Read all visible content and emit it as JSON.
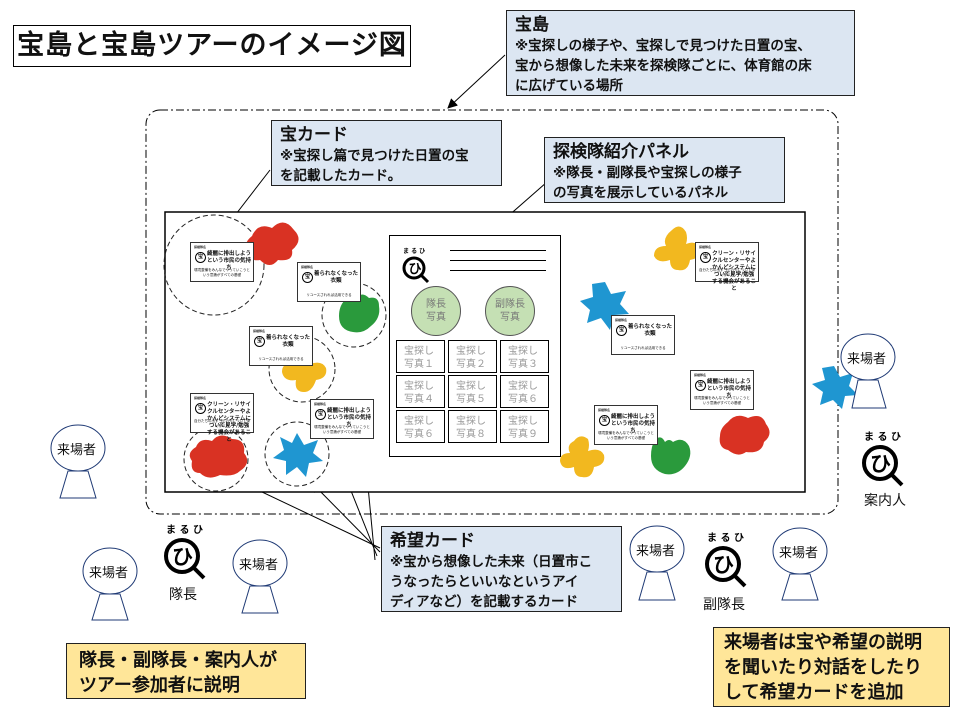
{
  "title": "宝島と宝島ツアーのイメージ図",
  "callouts": {
    "island": {
      "heading": "宝島",
      "body": [
        "※宝探しの様子や、宝探しで見つけた日置の宝、",
        "宝から想像した未来を探検隊ごとに、体育館の床",
        "に広げている場所"
      ]
    },
    "treasure_card": {
      "heading": "宝カード",
      "body": [
        "※宝探し篇で見つけた日置の宝",
        "を記載したカード。"
      ]
    },
    "panel": {
      "heading": "探検隊紹介パネル",
      "body": [
        "※隊長・副隊長や宝探しの様子",
        "の写真を展示しているパネル"
      ]
    },
    "hope_card": {
      "heading": "希望カード",
      "body": [
        "※宝から想像した未来（日置市こ",
        "うなったらといいなというアイ",
        "ディアなど）を記載するカード"
      ]
    }
  },
  "notes": {
    "guides": [
      "隊長・副隊長・案内人が",
      "ツアー参加者に説明"
    ],
    "visitors": [
      "来場者は宝や希望の説明",
      "を聞いたり対話をしたり",
      "して希望カードを追加"
    ]
  },
  "panel": {
    "logo_text": "まるひ",
    "logo_char": "ひ",
    "captain_photo": [
      "隊長",
      "写真"
    ],
    "vice_photo": [
      "副隊長",
      "写真"
    ],
    "photos": [
      [
        "宝探し",
        "写真１"
      ],
      [
        "宝探し",
        "写真２"
      ],
      [
        "宝探し",
        "写真３"
      ],
      [
        "宝探し",
        "写真４"
      ],
      [
        "宝探し",
        "写真５"
      ],
      [
        "宝探し",
        "写真６"
      ],
      [
        "宝探し",
        "写真６"
      ],
      [
        "宝探し",
        "写真８"
      ],
      [
        "宝探し",
        "写真９"
      ]
    ]
  },
  "treasure_cards": [
    {
      "mini": "探検隊名",
      "mark": "宝",
      "title": "綺麗に排出しようという市民の気持ち",
      "sub": "環境整備をみんなでやっていこうという意識がすべての基礎"
    },
    {
      "mini": "探検隊名",
      "mark": "宝",
      "title": "着られなくなった衣類",
      "sub": "リユースされれば活用できる"
    },
    {
      "mini": "探検隊名",
      "mark": "宝",
      "title": "着られなくなった衣類",
      "sub": "リユースされれば活用できる"
    },
    {
      "mini": "探検隊名",
      "mark": "宝",
      "title": "クリーン・リサイクルセンターやよかんどシステムについて見学/勉強する機会があること",
      "sub": "自分たちの出すゴミの先について深く学べる"
    },
    {
      "mini": "探検隊名",
      "mark": "宝",
      "title": "綺麗に排出しようという市民の気持ち",
      "sub": "環境整備をみんなでやっていこうという意識がすべての基礎"
    },
    {
      "mini": "探検隊名",
      "mark": "宝",
      "title": "クリーン・リサイクルセンターやよかんどシステムについて見学/勉強する機会があること",
      "sub": "自分たちの出すゴミの先について深く学べる"
    },
    {
      "mini": "探検隊名",
      "mark": "宝",
      "title": "着られなくなった衣類",
      "sub": "リユースされれば活用できる"
    },
    {
      "mini": "探検隊名",
      "mark": "宝",
      "title": "綺麗に排出しようという市民の気持ち",
      "sub": "環境整備をみんなでやっていこうという意識がすべての基礎"
    },
    {
      "mini": "探検隊名",
      "mark": "宝",
      "title": "綺麗に排出しようという市民の気持ち",
      "sub": "環境整備をみんなでやっていこうという意識がすべての基礎"
    }
  ],
  "people": {
    "visitor_label": "来場者",
    "roles": {
      "captain": "隊長",
      "vice_captain": "副隊長",
      "guide": "案内人"
    },
    "logo_text": "まるひ",
    "logo_char": "ひ"
  },
  "colors": {
    "callout_bg": "#dce6f2",
    "note_bg": "#ffe699",
    "red": "#d93223",
    "green": "#2a9a3c",
    "yellow": "#f2b81f",
    "blue": "#1f96d1",
    "portrait": "#c5e0b4",
    "visitor_stroke": "#1f3a75"
  }
}
